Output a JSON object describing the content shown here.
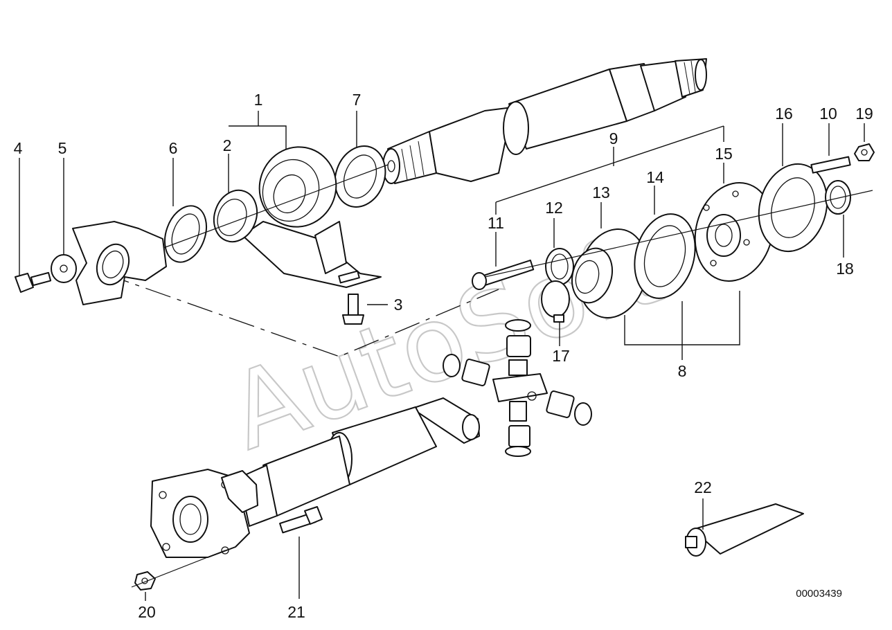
{
  "diagram": {
    "watermark": "AutoSoft",
    "drawing_code": "00003439",
    "callouts": [
      "1",
      "2",
      "3",
      "4",
      "5",
      "6",
      "7",
      "8",
      "9",
      "10",
      "11",
      "12",
      "13",
      "14",
      "15",
      "16",
      "17",
      "18",
      "19",
      "20",
      "21",
      "22"
    ]
  }
}
